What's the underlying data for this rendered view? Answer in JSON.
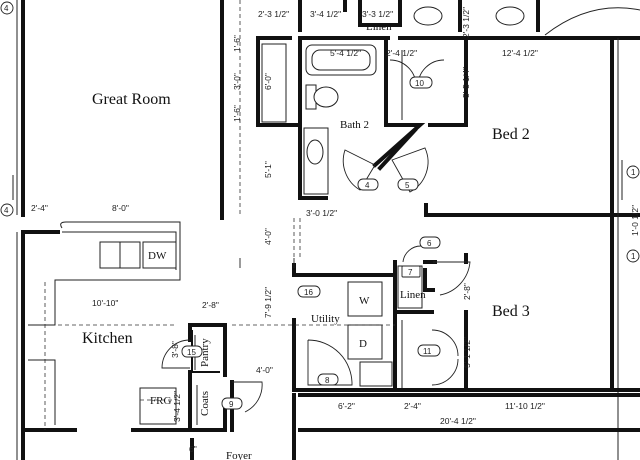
{
  "rooms": {
    "great_room": "Great Room",
    "bed2": "Bed 2",
    "bath2": "Bath 2",
    "kitchen": "Kitchen",
    "utility": "Utility",
    "bed3": "Bed 3",
    "foyer": "Foyer",
    "linen_top": "Linen",
    "linen_mid": "Linen",
    "pantry": "Pantry",
    "coats": "Coats",
    "washer": "W",
    "dryer": "D",
    "dw": "DW",
    "frg": "FRG"
  },
  "dimensions": {
    "d_2_3_5_top": "2'-3 1/2\"",
    "d_3_4_5_top": "3'-4 1/2\"",
    "d_3_3_5_top": "3'-3 1/2\"",
    "d_2_3_5_right": "2'-3 1/2\"",
    "d_1_6_a": "1'-6\"",
    "d_3_0": "3'-0\"",
    "d_6_0": "6'-0\"",
    "d_1_6_b": "1'-6\"",
    "d_5_4_5": "5'-4 1/2\"",
    "d_2_4_5": "2'-4 1/2\"",
    "d_12_4_5": "12'-4 1/2\"",
    "d_5_5_25": "5'-5 1/4\"",
    "d_5_1": "5'-1\"",
    "d_3_0_5": "3'-0 1/2\"",
    "d_2_4_left": "2'-4\"",
    "d_8_0": "8'-0\"",
    "d_4_0_a": "4'-0\"",
    "d_7_9_5": "7'-9 1/2\"",
    "d_10_10": "10'-10\"",
    "d_2_8_pantry": "2'-8\"",
    "d_3_8": "3'-8\"",
    "d_4_0_b": "4'-0\"",
    "d_3_4_5_frg": "3'-4 1/2\"",
    "d_6": "6\"",
    "d_2_8_bed3": "2'-8\"",
    "d_5_1_5": "5'-1 1/2\"",
    "d_6_2": "6'-2\"",
    "d_2_4_bottom": "2'-4\"",
    "d_11_10_5": "11'-10 1/2\"",
    "d_20_4_5": "20'-4 1/2\"",
    "d_1_right": "1'-0 1/2\""
  },
  "door_tags": [
    "4",
    "5",
    "6",
    "7",
    "8",
    "9",
    "10",
    "11",
    "15",
    "16"
  ],
  "markers": {
    "left_top": "4",
    "left_mid": "4",
    "right_a": "1",
    "right_b": "1"
  }
}
